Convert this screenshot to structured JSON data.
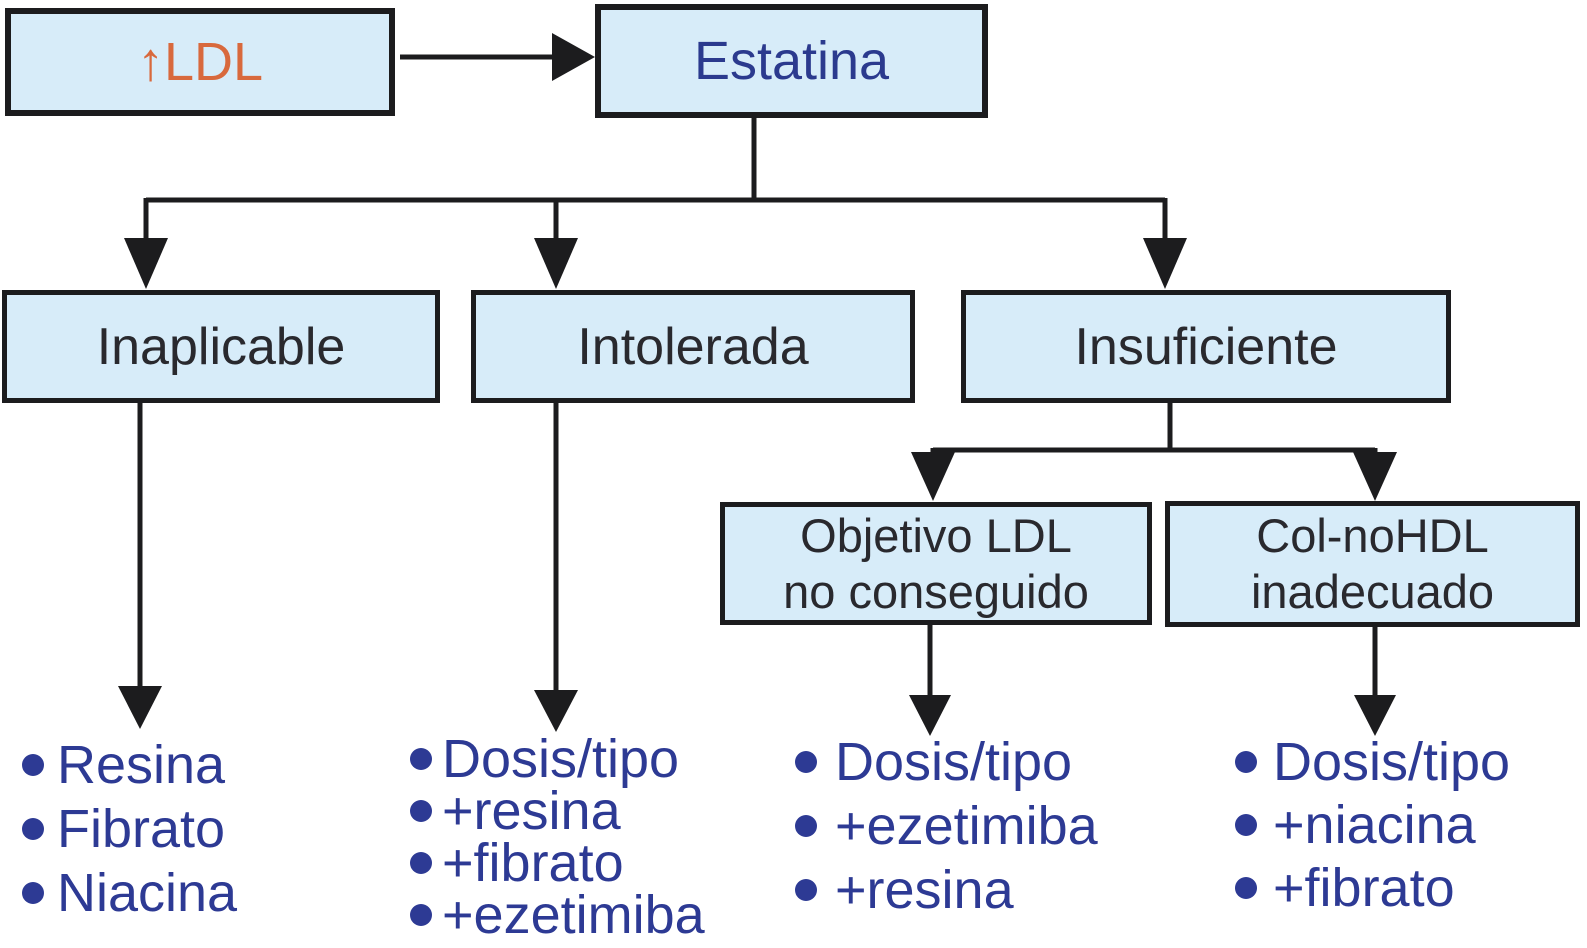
{
  "diagram": {
    "type": "flowchart",
    "language": "es"
  },
  "nodes": {
    "ldl": "↑LDL",
    "estatina": "Estatina",
    "inaplicable": "Inaplicable",
    "intolerada": "Intolerada",
    "insuficiente": "Insuficiente",
    "objetivo_line1": "Objetivo LDL",
    "objetivo_line2": "no conseguido",
    "colnohdl_line1": "Col-noHDL",
    "colnohdl_line2": "inadecuado"
  },
  "lists": {
    "inaplicable": [
      "Resina",
      "Fibrato",
      "Niacina"
    ],
    "intolerada": [
      "Dosis/tipo",
      "+resina",
      "+fibrato",
      "+ezetimiba"
    ],
    "objetivo": [
      "Dosis/tipo",
      "+ezetimiba",
      "+resina"
    ],
    "colnohdl": [
      "Dosis/tipo",
      "+niacina",
      "+fibrato"
    ]
  },
  "colors": {
    "box_fill": "#D7ECF9",
    "box_border": "#1C1C1E",
    "connector": "#1C1C1E",
    "ldl_text": "#D8693D",
    "estatina_text": "#2B3A8E",
    "node_text": "#29292E",
    "list_text": "#2D3A94"
  }
}
